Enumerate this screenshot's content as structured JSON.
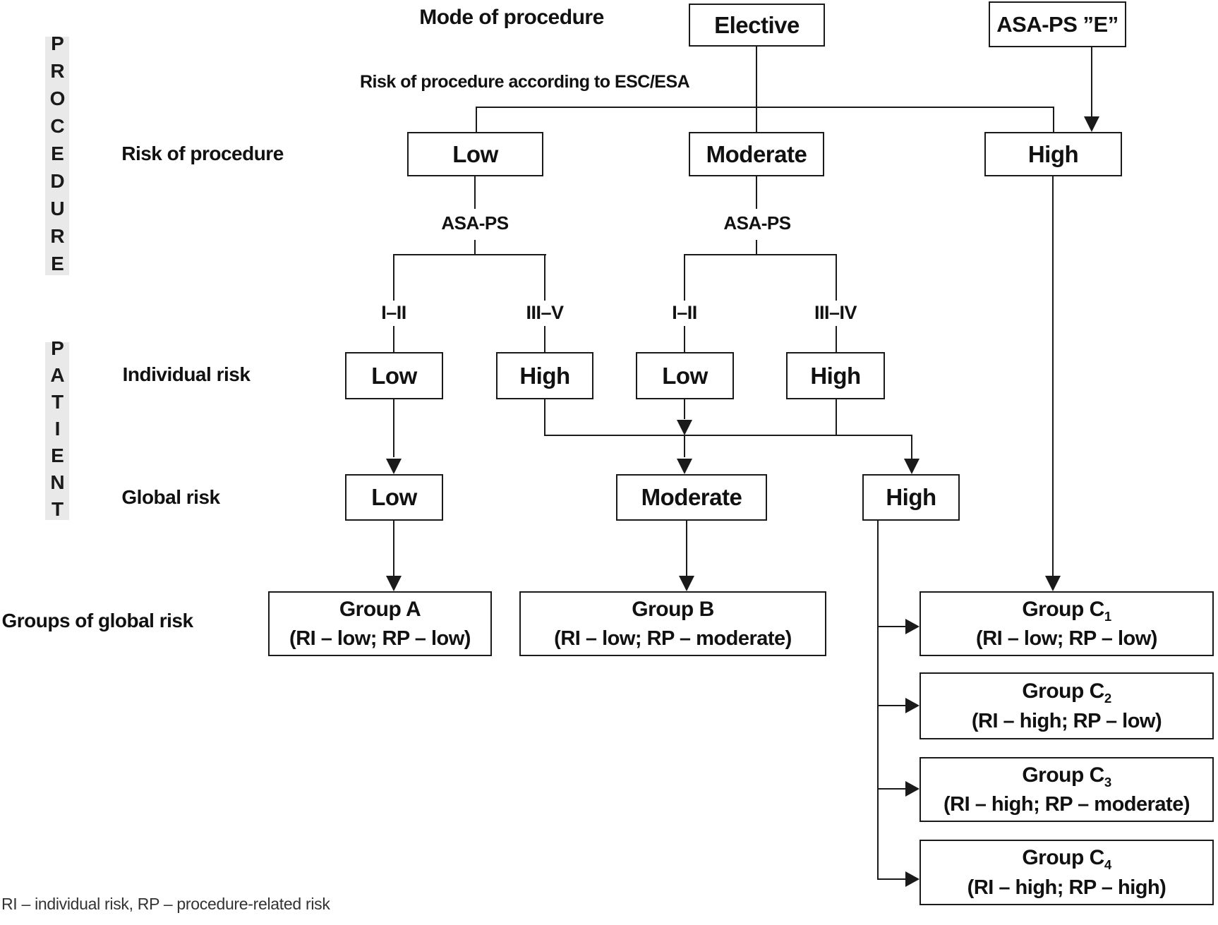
{
  "title": "Mode of procedure",
  "esc_label": "Risk of procedure according to ESC/ESA",
  "rows": {
    "risk_of_procedure": "Risk of procedure",
    "individual_risk": "Individual risk",
    "global_risk": "Global risk",
    "groups_of_global_risk": "Groups of global risk"
  },
  "strips": {
    "procedure": "PROCEDURE",
    "patient": "PATIENT"
  },
  "nodes": {
    "elective": "Elective",
    "asa_ps_e": "ASA-PS ”E”",
    "risk_low": "Low",
    "risk_moderate": "Moderate",
    "risk_high": "High",
    "asa_ps_left": "ASA-PS",
    "asa_ps_right": "ASA-PS",
    "asa_i_ii_left": "I–II",
    "asa_iii_v": "III–V",
    "asa_i_ii_right": "I–II",
    "asa_iii_iv": "III–IV",
    "ind_low_1": "Low",
    "ind_high_1": "High",
    "ind_low_2": "Low",
    "ind_high_2": "High",
    "global_low": "Low",
    "global_moderate": "Moderate",
    "global_high": "High"
  },
  "groups": {
    "a": {
      "title": "Group A",
      "sub": "",
      "detail": "(RI – low; RP – low)"
    },
    "b": {
      "title": "Group B",
      "sub": "",
      "detail": "(RI – low; RP – moderate)"
    },
    "c1": {
      "title": "Group C",
      "sub": "1",
      "detail": "(RI – low; RP – low)"
    },
    "c2": {
      "title": "Group C",
      "sub": "2",
      "detail": "(RI – high; RP – low)"
    },
    "c3": {
      "title": "Group C",
      "sub": "3",
      "detail": "(RI – high; RP – moderate)"
    },
    "c4": {
      "title": "Group C",
      "sub": "4",
      "detail": "(RI – high; RP – high)"
    }
  },
  "footnote": "RI – individual risk, RP – procedure-related risk",
  "colors": {
    "line": "#1a1a1a",
    "strip_bg": "#e9e9e9",
    "background": "#ffffff"
  }
}
